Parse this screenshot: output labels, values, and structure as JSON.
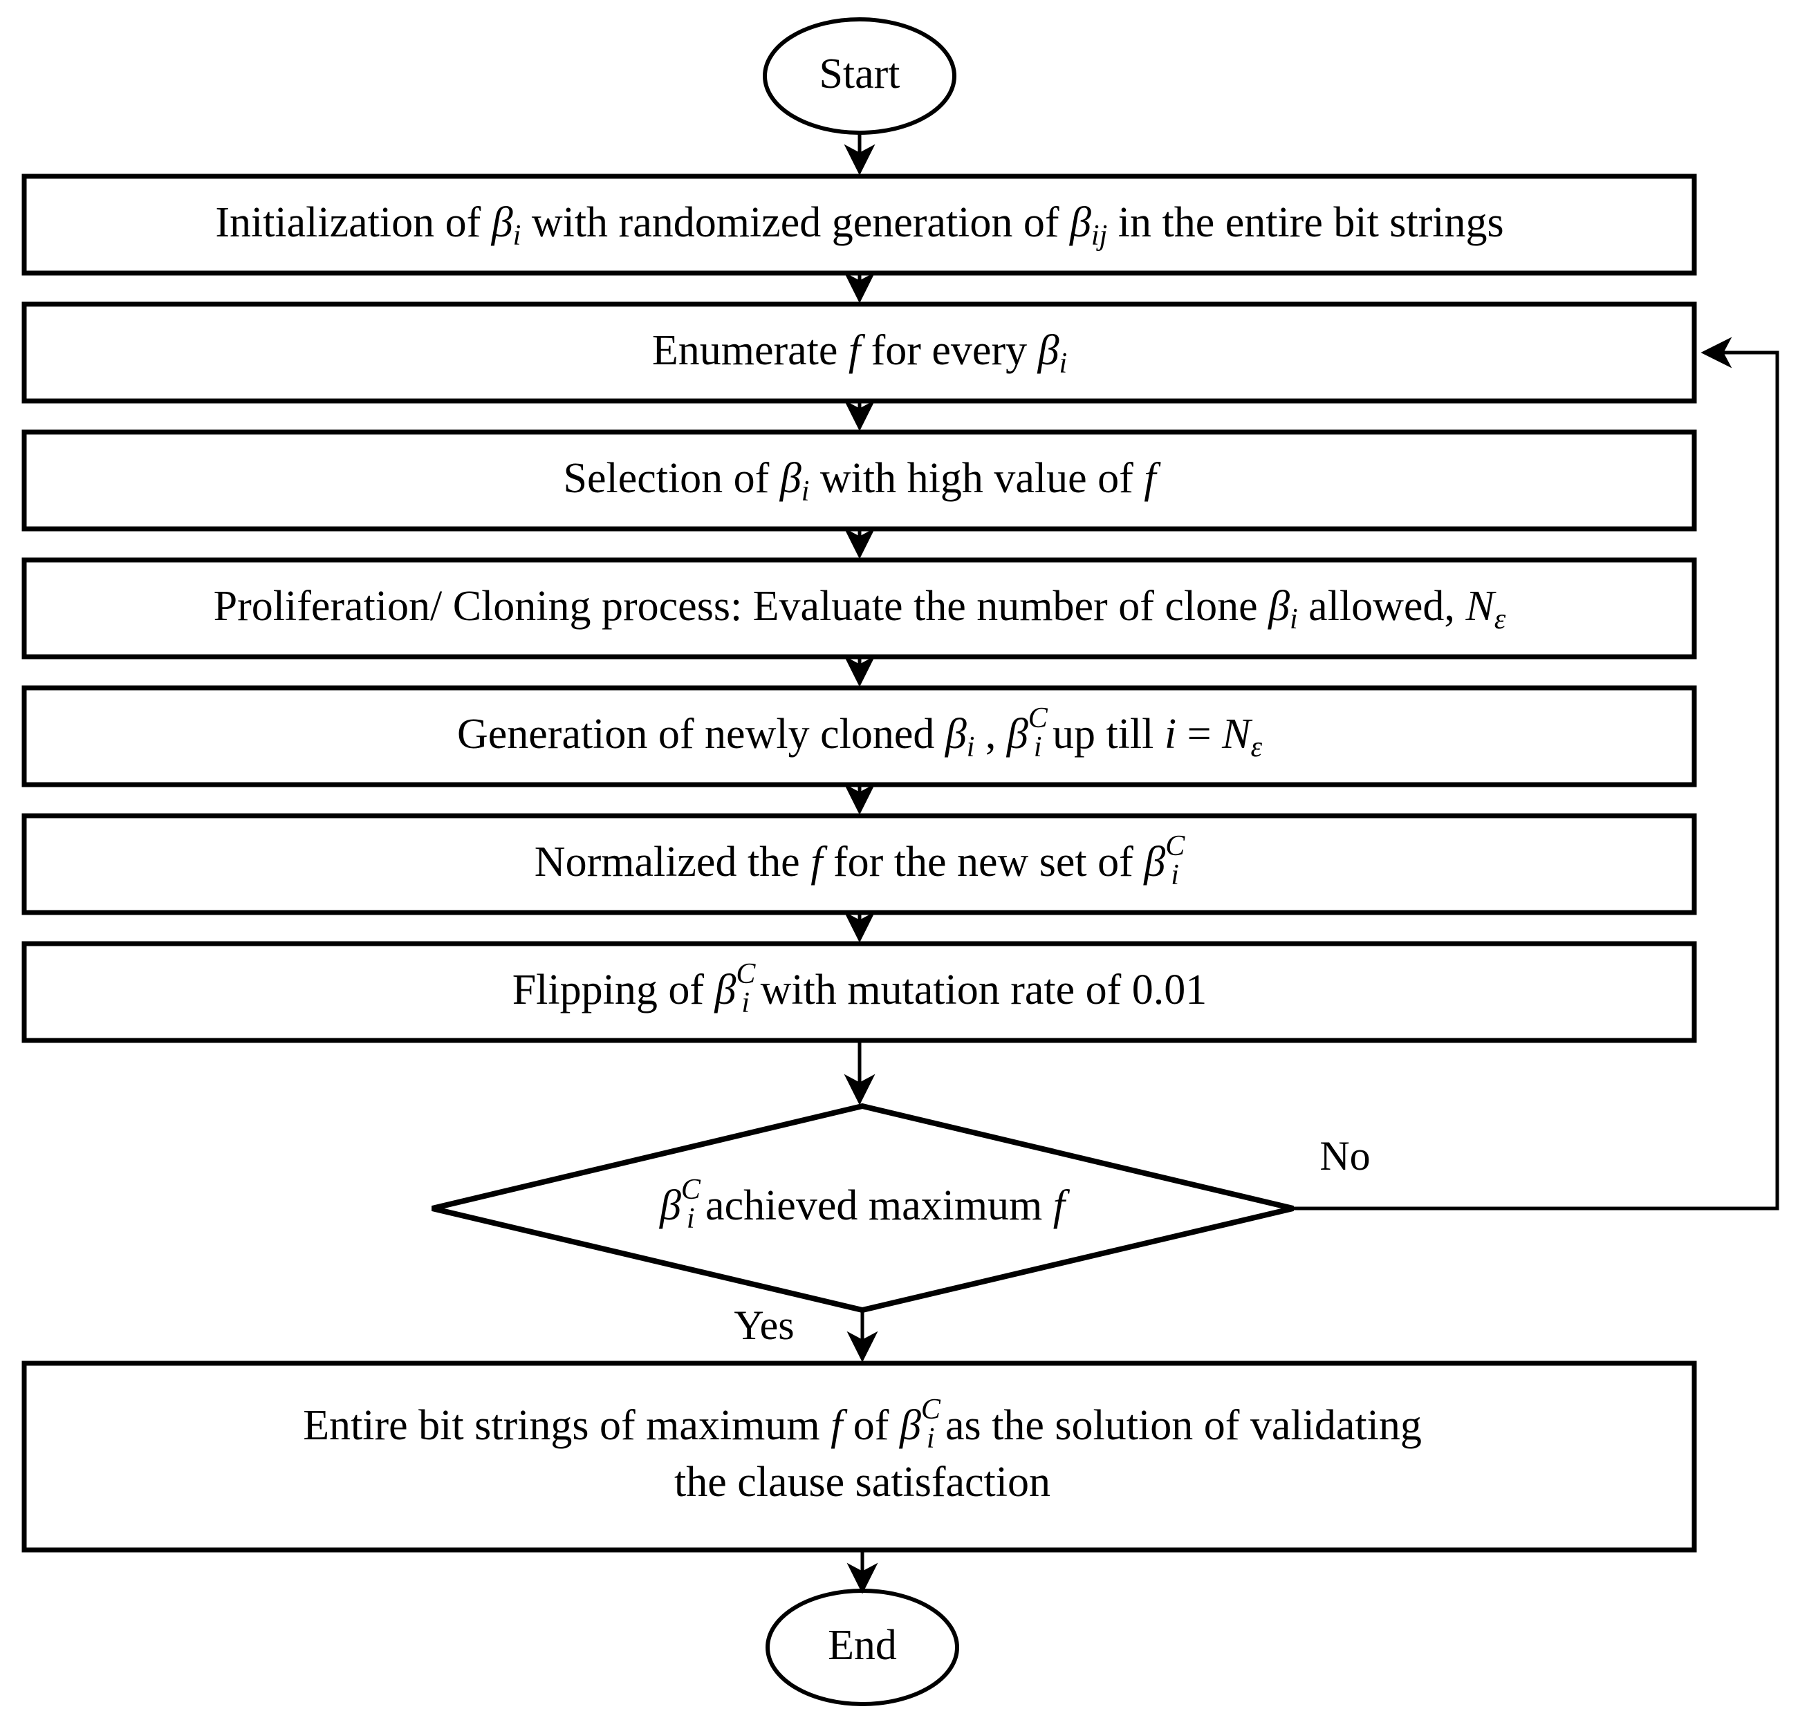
{
  "diagram": {
    "title": "Clonal selection algorithm flowchart",
    "type": "flowchart",
    "background_color": "#ffffff",
    "line_color": "#000000",
    "text_color": "#000000",
    "nodes": [
      {
        "id": "start",
        "shape": "ellipse",
        "label": "Start"
      },
      {
        "id": "init",
        "shape": "process",
        "label": "Initialization of  βi with randomized generation of  βij in the entire bit strings",
        "segments": [
          {
            "t": "Initialization of ",
            "k": "plain"
          },
          {
            "t": "β",
            "k": "var",
            "sub": "i"
          },
          {
            "t": " with randomized generation of ",
            "k": "plain"
          },
          {
            "t": "β",
            "k": "var",
            "sub": "ij"
          },
          {
            "t": " in the entire bit strings",
            "k": "plain"
          }
        ]
      },
      {
        "id": "enumerate",
        "shape": "process",
        "label": "Enumerate f  for every  βi",
        "segments": [
          {
            "t": "Enumerate ",
            "k": "plain"
          },
          {
            "t": "f",
            "k": "var"
          },
          {
            "t": "  for every  ",
            "k": "plain"
          },
          {
            "t": "β",
            "k": "var",
            "sub": "i"
          }
        ]
      },
      {
        "id": "selection",
        "shape": "process",
        "label": "Selection of  βi with high value of  f",
        "segments": [
          {
            "t": "Selection of ",
            "k": "plain"
          },
          {
            "t": "β",
            "k": "var",
            "sub": "i"
          },
          {
            "t": " with high value of  ",
            "k": "plain"
          },
          {
            "t": "f",
            "k": "var"
          }
        ]
      },
      {
        "id": "proliferation",
        "shape": "process",
        "label": "Proliferation/ Cloning process: Evaluate the number of clone  βi allowed, Nε",
        "segments": [
          {
            "t": "Proliferation/ Cloning process: Evaluate the number of clone ",
            "k": "plain"
          },
          {
            "t": "β",
            "k": "var",
            "sub": "i"
          },
          {
            "t": " allowed, ",
            "k": "plain"
          },
          {
            "t": "N",
            "k": "var",
            "sub": "ε"
          }
        ]
      },
      {
        "id": "generation",
        "shape": "process",
        "label": "Generation of newly cloned  βi ,  βiC up till  i = Nε",
        "segments": [
          {
            "t": "Generation of newly cloned ",
            "k": "plain"
          },
          {
            "t": "β",
            "k": "var",
            "sub": "i"
          },
          {
            "t": " , ",
            "k": "plain"
          },
          {
            "t": "β",
            "k": "var",
            "sub": "i",
            "sup": "C"
          },
          {
            "t": " up till ",
            "k": "plain"
          },
          {
            "t": "i",
            "k": "var"
          },
          {
            "t": " = ",
            "k": "plain"
          },
          {
            "t": "N",
            "k": "var",
            "sub": "ε"
          }
        ]
      },
      {
        "id": "normalize",
        "shape": "process",
        "label": "Normalized the f for the new set of  βiC",
        "segments": [
          {
            "t": "Normalized the ",
            "k": "plain"
          },
          {
            "t": "f",
            "k": "var"
          },
          {
            "t": " for the new set of ",
            "k": "plain"
          },
          {
            "t": "β",
            "k": "var",
            "sub": "i",
            "sup": "C"
          }
        ]
      },
      {
        "id": "flipping",
        "shape": "process",
        "label": "Flipping of  βiC with mutation rate of  0.01",
        "segments": [
          {
            "t": "Flipping of ",
            "k": "plain"
          },
          {
            "t": "β",
            "k": "var",
            "sub": "i",
            "sup": "C"
          },
          {
            "t": " with mutation rate of  ",
            "k": "plain"
          },
          {
            "t": "0.01",
            "k": "plain"
          }
        ]
      },
      {
        "id": "decision",
        "shape": "diamond",
        "label": "βiC achieved maximum f",
        "segments": [
          {
            "t": "β",
            "k": "var",
            "sub": "i",
            "sup": "C"
          },
          {
            "t": " achieved maximum ",
            "k": "plain"
          },
          {
            "t": "f",
            "k": "var"
          }
        ]
      },
      {
        "id": "solution",
        "shape": "process",
        "label": "Entire bit strings of maximum f of  βiC as the solution of validating the clause satisfaction",
        "line1_segments": [
          {
            "t": "Entire bit strings of maximum ",
            "k": "plain"
          },
          {
            "t": "f",
            "k": "var"
          },
          {
            "t": " of ",
            "k": "plain"
          },
          {
            "t": "β",
            "k": "var",
            "sub": "i",
            "sup": "C"
          },
          {
            "t": " as the solution of validating",
            "k": "plain"
          }
        ],
        "line2": "the clause satisfaction"
      },
      {
        "id": "end",
        "shape": "ellipse",
        "label": "End"
      }
    ],
    "edges": [
      {
        "from": "start",
        "to": "init",
        "label": ""
      },
      {
        "from": "init",
        "to": "enumerate",
        "label": ""
      },
      {
        "from": "enumerate",
        "to": "selection",
        "label": ""
      },
      {
        "from": "selection",
        "to": "proliferation",
        "label": ""
      },
      {
        "from": "proliferation",
        "to": "generation",
        "label": ""
      },
      {
        "from": "generation",
        "to": "normalize",
        "label": ""
      },
      {
        "from": "normalize",
        "to": "flipping",
        "label": ""
      },
      {
        "from": "flipping",
        "to": "decision",
        "label": ""
      },
      {
        "from": "decision",
        "to": "solution",
        "label": "Yes"
      },
      {
        "from": "decision",
        "to": "enumerate",
        "label": "No"
      },
      {
        "from": "solution",
        "to": "end",
        "label": ""
      }
    ],
    "edge_labels": {
      "yes": "Yes",
      "no": "No"
    },
    "mutation_rate": "0.01"
  }
}
